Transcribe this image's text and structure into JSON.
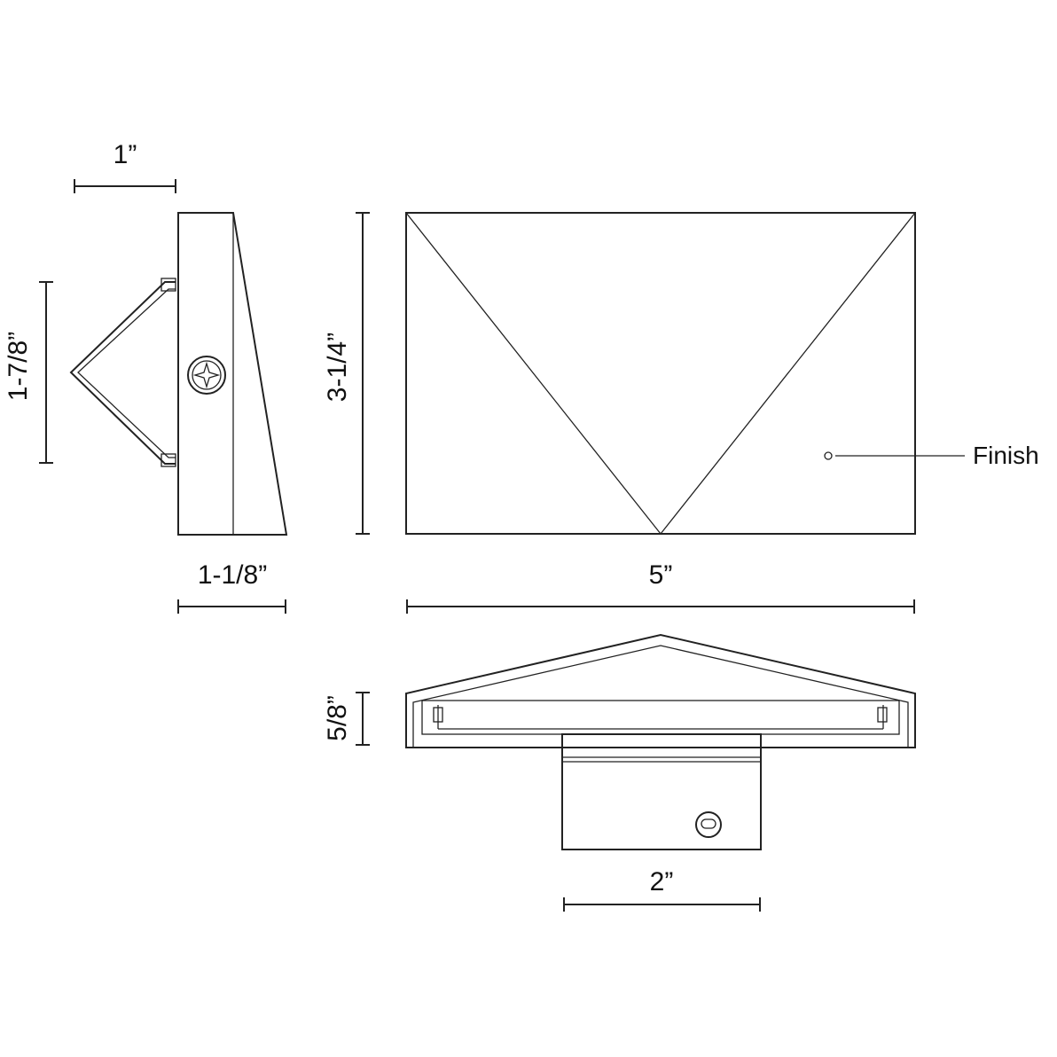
{
  "dimensions": {
    "side_depth_top": "1”",
    "bracket_height": "1-7/8”",
    "side_depth_bottom": "1-1/8”",
    "front_height": "3-1/4”",
    "front_width": "5”",
    "bottom_depth": "5/8”",
    "bracket_width": "2”"
  },
  "callouts": {
    "finish": "Finish"
  },
  "colors": {
    "line": "#222222",
    "background": "#ffffff"
  }
}
